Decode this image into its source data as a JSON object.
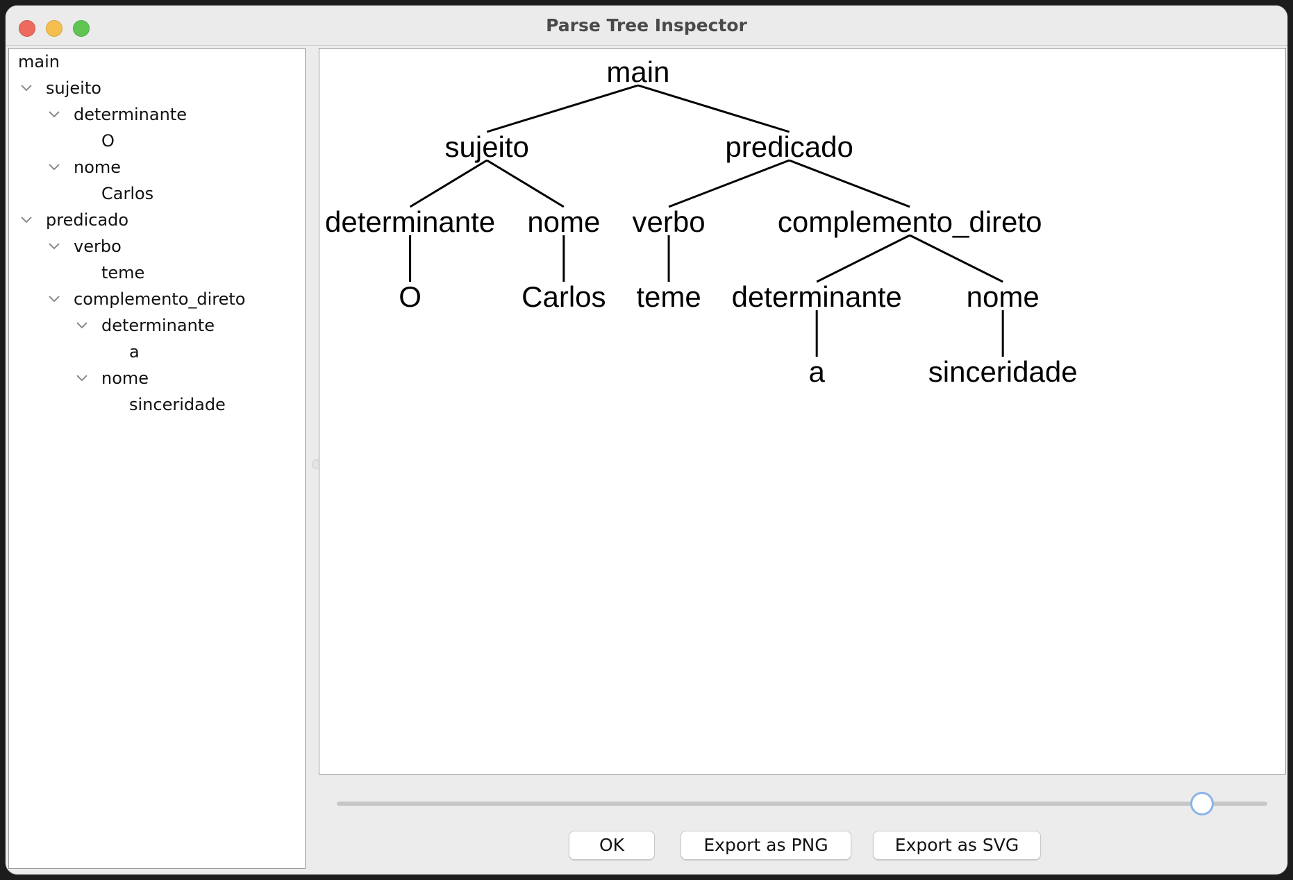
{
  "window": {
    "title": "Parse Tree Inspector"
  },
  "tree_view": {
    "items": [
      {
        "label": "main",
        "level": 0,
        "expanded": false
      },
      {
        "label": "sujeito",
        "level": 1,
        "expanded": true
      },
      {
        "label": "determinante",
        "level": 2,
        "expanded": true
      },
      {
        "label": "O",
        "level": 3,
        "expanded": false
      },
      {
        "label": "nome",
        "level": 2,
        "expanded": true
      },
      {
        "label": "Carlos",
        "level": 3,
        "expanded": false
      },
      {
        "label": "predicado",
        "level": 1,
        "expanded": true
      },
      {
        "label": "verbo",
        "level": 2,
        "expanded": true
      },
      {
        "label": "teme",
        "level": 3,
        "expanded": false
      },
      {
        "label": "complemento_direto",
        "level": 2,
        "expanded": true
      },
      {
        "label": "determinante",
        "level": 3,
        "expanded": true
      },
      {
        "label": "a",
        "level": 4,
        "expanded": false
      },
      {
        "label": "nome",
        "level": 3,
        "expanded": true
      },
      {
        "label": "sinceridade",
        "level": 4,
        "expanded": false
      }
    ]
  },
  "parse_tree": {
    "label": "main",
    "children": [
      {
        "label": "sujeito",
        "children": [
          {
            "label": "determinante",
            "children": [
              {
                "label": "O"
              }
            ]
          },
          {
            "label": "nome",
            "children": [
              {
                "label": "Carlos"
              }
            ]
          }
        ]
      },
      {
        "label": "predicado",
        "children": [
          {
            "label": "verbo",
            "children": [
              {
                "label": "teme"
              }
            ]
          },
          {
            "label": "complemento_direto",
            "children": [
              {
                "label": "determinante",
                "children": [
                  {
                    "label": "a"
                  }
                ]
              },
              {
                "label": "nome",
                "children": [
                  {
                    "label": "sinceridade"
                  }
                ]
              }
            ]
          }
        ]
      }
    ]
  },
  "zoom_slider": {
    "value": 0.93
  },
  "buttons": {
    "ok": "OK",
    "export_png": "Export as PNG",
    "export_svg": "Export as SVG"
  },
  "colors": {
    "close": "#ed6a5e",
    "minimize": "#f5bf4f",
    "maximize": "#61c554",
    "slider_thumb_border": "#8ab4e8"
  }
}
